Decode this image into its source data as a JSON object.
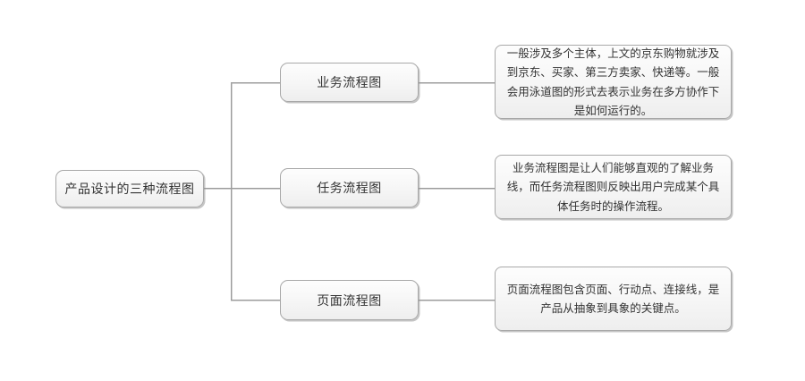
{
  "diagram": {
    "title_node": {
      "label": "产品设计的三种流程图"
    },
    "branches": [
      {
        "label": "业务流程图",
        "detail": "一般涉及多个主体，上文的京东购物就涉及到京东、买家、第三方卖家、快递等。一般会用泳道图的形式去表示业务在多方协作下是如何运行的。"
      },
      {
        "label": "任务流程图",
        "detail": "业务流程图是让人们能够直观的了解业务线，而任务流程图则反映出用户完成某个具体任务时的操作流程。"
      },
      {
        "label": "页面流程图",
        "detail": "页面流程图包含页面、行动点、连接线，是产品从抽象到具象的关键点。"
      }
    ],
    "colors": {
      "background": "#ffffff",
      "node_border": "#a8a8a8",
      "node_fill_top": "#fdfdfd",
      "node_fill_bottom": "#eeeeee",
      "connector": "#9a9a9a",
      "text": "#333333"
    }
  }
}
